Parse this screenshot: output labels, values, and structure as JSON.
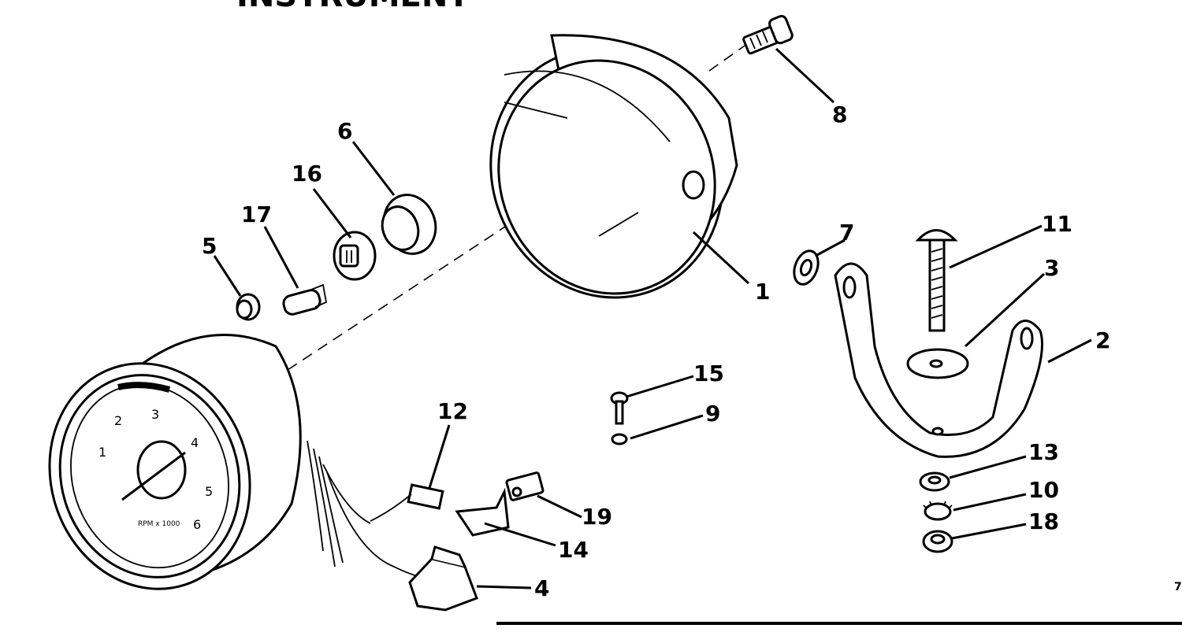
{
  "header": {
    "title_fragment": "INSTRUMENT"
  },
  "corner_mark": "7",
  "callouts": [
    {
      "id": "c1",
      "label": "1"
    },
    {
      "id": "c2",
      "label": "2"
    },
    {
      "id": "c3",
      "label": "3"
    },
    {
      "id": "c4",
      "label": "4"
    },
    {
      "id": "c5",
      "label": "5"
    },
    {
      "id": "c6",
      "label": "6"
    },
    {
      "id": "c7",
      "label": "7"
    },
    {
      "id": "c8",
      "label": "8"
    },
    {
      "id": "c9",
      "label": "9"
    },
    {
      "id": "c10",
      "label": "10"
    },
    {
      "id": "c11",
      "label": "11"
    },
    {
      "id": "c12",
      "label": "12"
    },
    {
      "id": "c13",
      "label": "13"
    },
    {
      "id": "c14",
      "label": "14"
    },
    {
      "id": "c15",
      "label": "15"
    },
    {
      "id": "c16",
      "label": "16"
    },
    {
      "id": "c17",
      "label": "17"
    },
    {
      "id": "c18",
      "label": "18"
    },
    {
      "id": "c19",
      "label": "19"
    }
  ],
  "gauge": {
    "dial_numbers": [
      "1",
      "2",
      "3",
      "4",
      "5",
      "6"
    ],
    "face_text": "RPM x 1000"
  }
}
